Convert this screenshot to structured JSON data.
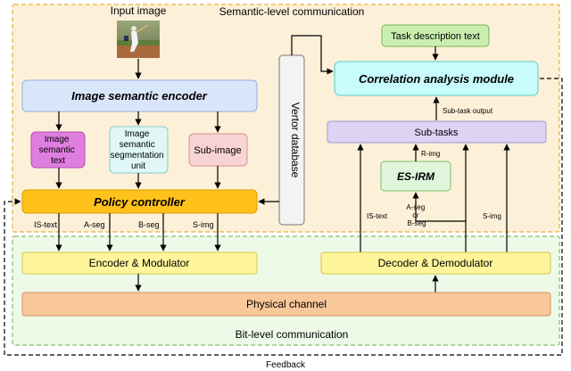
{
  "input_image": {
    "label": "Input image",
    "picture": "baseball-batter-photo"
  },
  "regions": {
    "semantic": "Semantic-level communication",
    "bit": "Bit-level communication"
  },
  "blocks": {
    "encoder": "Image semantic encoder",
    "ist": [
      "Image",
      "semantic",
      "text"
    ],
    "seg": [
      "Image",
      "semantic",
      "segmentation",
      "unit"
    ],
    "subimg": "Sub-image",
    "policy": "Policy controller",
    "vdb": "Vertor database",
    "task": "Task description text",
    "cam": "Correlation analysis module",
    "subtasks": "Sub-tasks",
    "esirm": "ES-IRM",
    "enc_mod": "Encoder & Modulator",
    "dec_demod": "Decoder & Demodulator",
    "phy": "Physical channel"
  },
  "edge_labels": {
    "is_text_left": "IS-text",
    "a_seg_left": "A-seg",
    "b_seg_left": "B-seg",
    "s_img_left": "S-img",
    "subtask_output": "Sub-task output",
    "r_img": "R-img",
    "is_text_right": "IS-text",
    "aseg_or_bseg": [
      "A-seg",
      "or",
      "B-seg"
    ],
    "s_img_right": "S-img",
    "feedback": "Feedback"
  },
  "colors": {
    "semantic_region_fill": "#fdf0d8",
    "semantic_region_border": "#e3b23c",
    "bit_region_fill": "#eefae8",
    "bit_region_border": "#7cc06a",
    "encoder_fill": "#d9e6fa",
    "ist_fill": "#e07ee0",
    "seg_fill": "#dff7f7",
    "subimg_fill": "#f8d3d3",
    "policy_fill": "#ffc21a",
    "yellow_block_fill": "#fff59a",
    "task_fill": "#c8efb0",
    "cam_fill": "#c8fbfb",
    "subtasks_fill": "#ddd3f3",
    "esirm_fill": "#dff6dc",
    "phy_fill": "#f8c79a",
    "vdb_fill": "#f3f3f3"
  }
}
